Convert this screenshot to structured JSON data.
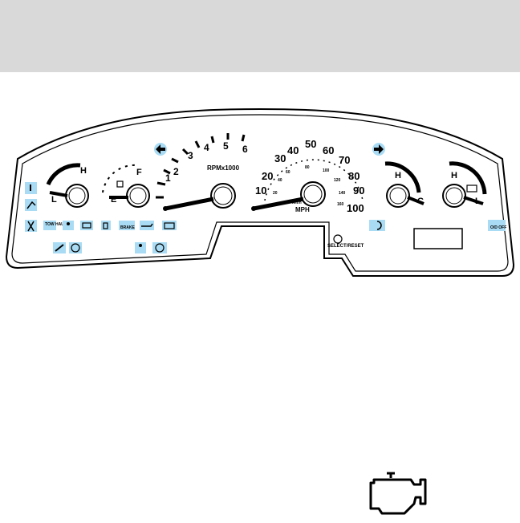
{
  "colors": {
    "header_band": "#d9d9d9",
    "indicator": "#a9dcf4",
    "outline": "#000000"
  },
  "tach": {
    "label": "RPMx1000",
    "ticks": [
      "1",
      "2",
      "3",
      "4",
      "5",
      "6"
    ]
  },
  "speedo": {
    "unit": "MPH",
    "ticks": [
      "10",
      "20",
      "30",
      "40",
      "50",
      "60",
      "70",
      "80",
      "90",
      "100"
    ],
    "unit_inner": "km/h",
    "inner_ticks": [
      "20",
      "40",
      "60",
      "80",
      "100",
      "120",
      "140",
      "160"
    ]
  },
  "fuel": {
    "empty": "E",
    "full": "F"
  },
  "oil": {
    "high": "H",
    "low": "L"
  },
  "temp": {
    "high": "H",
    "cold": "C"
  },
  "battery": {
    "high": "H",
    "low": "L"
  },
  "indicators": {
    "tow_haul": "TOW\nHAUL",
    "brake": "BRAKE",
    "od_off": "O/D\nOFF"
  },
  "select_reset": "SELECT/RESET",
  "icon_names": [
    "turn-left-arrow-icon",
    "turn-right-arrow-icon",
    "coolant-icon",
    "door-ajar-icon",
    "seatbelt-icon",
    "airbag-icon",
    "check-engine-icon",
    "fuel-icon",
    "brake-icon",
    "oil-can-icon",
    "battery-icon",
    "wrench-icon",
    "abs-icon",
    "passenger-airbag-icon",
    "speed-control-icon",
    "high-beam-icon"
  ]
}
